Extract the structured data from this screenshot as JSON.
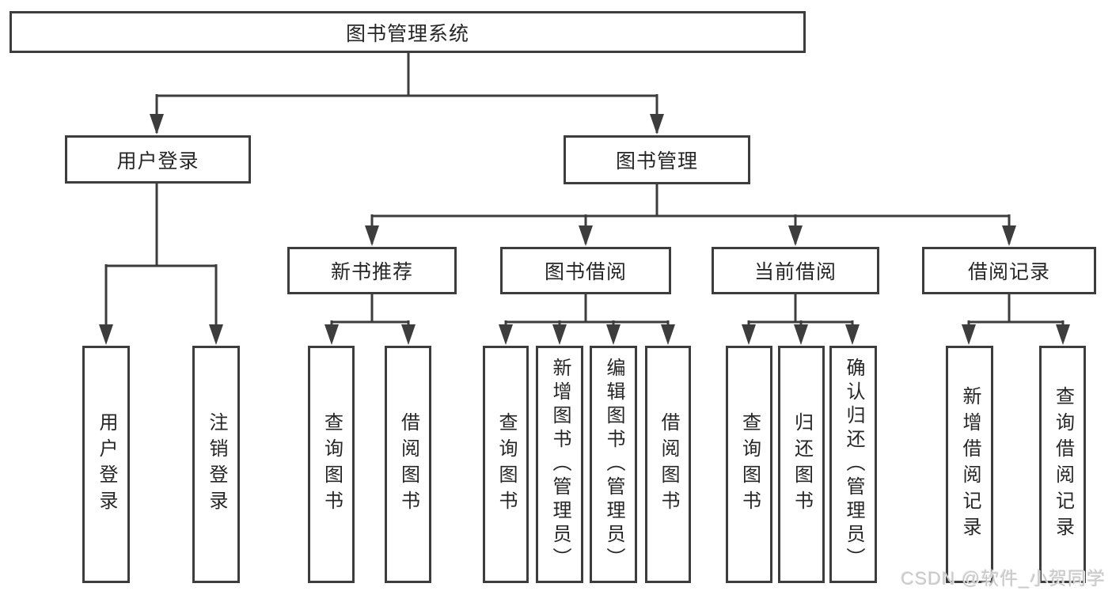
{
  "tree": {
    "root": {
      "label": "图书管理系统",
      "children": [
        {
          "label": "用户登录",
          "children": [
            {
              "label": "用户登录"
            },
            {
              "label": "注销登录"
            }
          ]
        },
        {
          "label": "图书管理",
          "children": [
            {
              "label": "新书推荐",
              "children": [
                {
                  "label": "查询图书"
                },
                {
                  "label": "借阅图书"
                }
              ]
            },
            {
              "label": "图书借阅",
              "children": [
                {
                  "label": "查询图书"
                },
                {
                  "label": "新增图书（管理员）"
                },
                {
                  "label": "编辑图书（管理员）"
                },
                {
                  "label": "借阅图书"
                }
              ]
            },
            {
              "label": "当前借阅",
              "children": [
                {
                  "label": "查询图书"
                },
                {
                  "label": "归还图书"
                },
                {
                  "label": "确认归还（管理员）"
                }
              ]
            },
            {
              "label": "借阅记录",
              "children": [
                {
                  "label": "新增借阅记录"
                },
                {
                  "label": "查询借阅记录"
                }
              ]
            }
          ]
        }
      ]
    }
  },
  "watermark": {
    "text": "CSDN @软件_小贺同学"
  },
  "colors": {
    "line": "#3d3d3d",
    "text": "#262626",
    "background": "#ffffff",
    "watermark": "#c9c9c9"
  }
}
